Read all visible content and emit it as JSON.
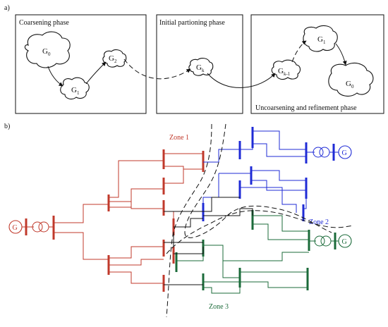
{
  "panel_a": {
    "label": "a)",
    "phases": {
      "coarsening": "Coarsening phase",
      "initial": "Initial partioning phase",
      "uncoarsening": "Uncoarsening and refinement phase"
    },
    "graphs": [
      {
        "base": "G",
        "sub": "0"
      },
      {
        "base": "G",
        "sub": "1"
      },
      {
        "base": "G",
        "sub": "2"
      },
      {
        "base": "G",
        "sub": "k"
      },
      {
        "base": "G",
        "sub": "k-1"
      },
      {
        "base": "G",
        "sub": "1"
      },
      {
        "base": "G",
        "sub": "0"
      }
    ]
  },
  "panel_b": {
    "label": "b)",
    "zones": [
      "Zone 1",
      "Zone 2",
      "Zone 3"
    ],
    "generator_symbol": "G",
    "colors": {
      "zone1": "#c0392b",
      "zone2": "#1f2bd6",
      "zone3": "#1b6b3a"
    }
  }
}
